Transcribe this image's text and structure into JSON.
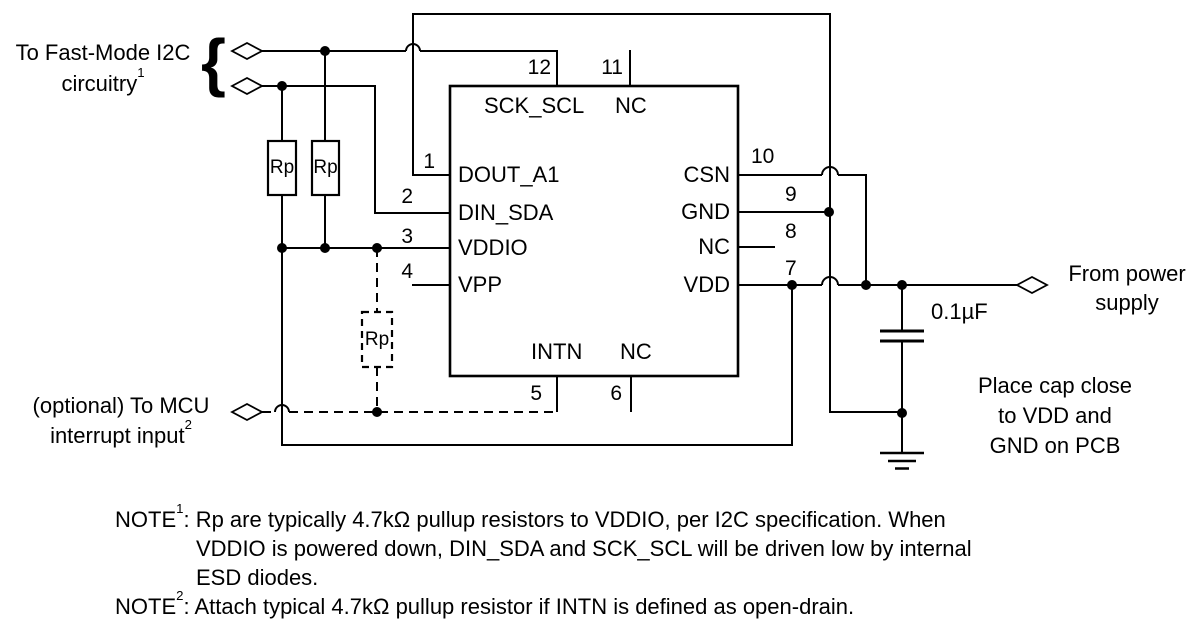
{
  "colors": {
    "line": "#000000",
    "text": "#000000",
    "background": "#ffffff"
  },
  "connectors": {
    "i2c": {
      "line1": "To Fast-Mode I2C",
      "line2": "circuitry",
      "sup": "1",
      "brace_glyph": "{"
    },
    "mcu": {
      "line1": "(optional) To MCU",
      "line2": "interrupt input",
      "sup": "2"
    },
    "power": {
      "line1": "From power",
      "line2": "supply"
    }
  },
  "capacitor": {
    "value": "0.1µF",
    "note_line1": "Place cap close",
    "note_line2": "to VDD and",
    "note_line3": "GND on PCB"
  },
  "resistors": {
    "rp1": "Rp",
    "rp2": "Rp",
    "rp3": "Rp"
  },
  "ic": {
    "top_pins": [
      {
        "num": "12",
        "name": "SCK_SCL"
      },
      {
        "num": "11",
        "name": "NC"
      }
    ],
    "left_pins": [
      {
        "num": "1",
        "name": "DOUT_A1"
      },
      {
        "num": "2",
        "name": "DIN_SDA"
      },
      {
        "num": "3",
        "name": "VDDIO"
      },
      {
        "num": "4",
        "name": "VPP"
      }
    ],
    "right_pins": [
      {
        "num": "10",
        "name": "CSN"
      },
      {
        "num": "9",
        "name": "GND"
      },
      {
        "num": "8",
        "name": "NC"
      },
      {
        "num": "7",
        "name": "VDD"
      }
    ],
    "bottom_pins": [
      {
        "num": "5",
        "name": "INTN"
      },
      {
        "num": "6",
        "name": "NC"
      }
    ]
  },
  "notes": [
    {
      "label": "NOTE",
      "sup": "1",
      "line1": ": Rp are typically 4.7kΩ pullup resistors to VDDIO, per I2C specification. When",
      "line2": "VDDIO is powered down, DIN_SDA and SCK_SCL will be driven low by internal",
      "line3": "ESD diodes."
    },
    {
      "label": "NOTE",
      "sup": "2",
      "line1": ": Attach typical 4.7kΩ pullup resistor if INTN is defined as open-drain."
    }
  ]
}
